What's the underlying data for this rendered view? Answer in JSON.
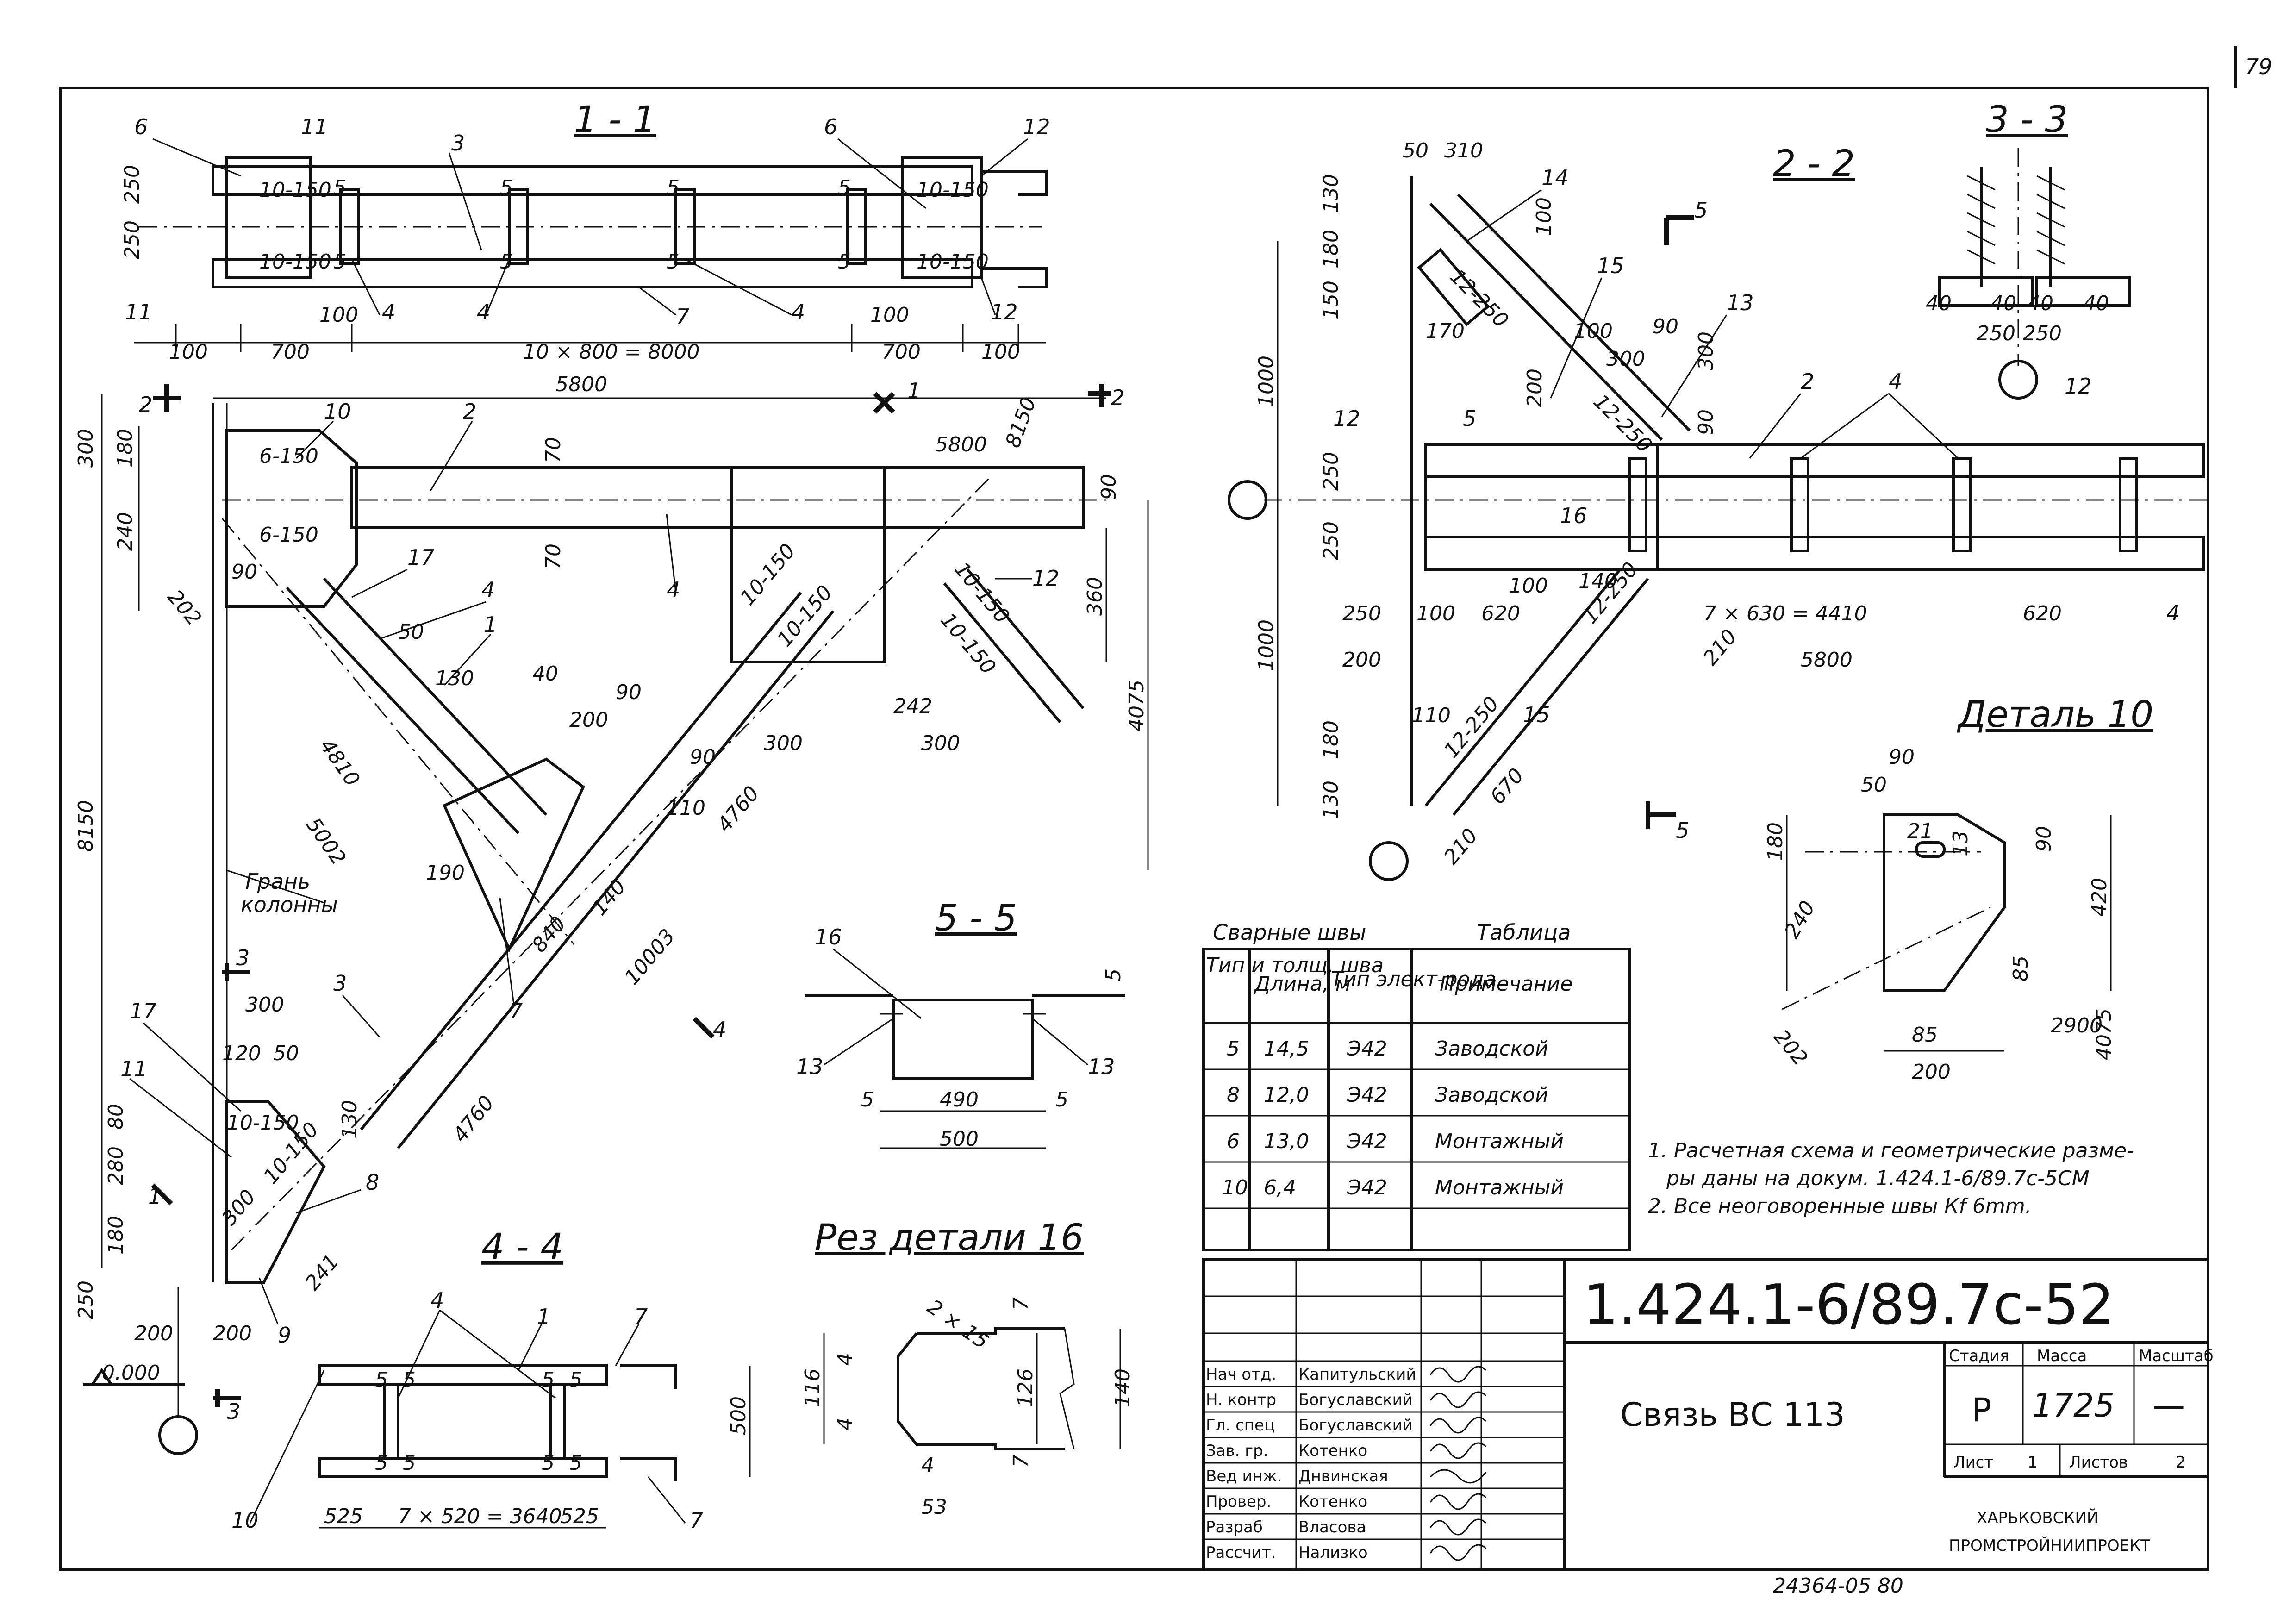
{
  "sheet_number": "79",
  "views": {
    "s11_title": "1 - 1",
    "s22_title": "2 - 2",
    "s33_title": "3 - 3",
    "s44_title": "4 - 4",
    "s55_title": "5 - 5",
    "cut16_title": "Рез детали 16",
    "detail10_title": "Деталь 10"
  },
  "section_11": {
    "dims_bottom": [
      "100",
      "700",
      "10 × 800 = 8000",
      "700",
      "100"
    ],
    "dims_inner": [
      "100",
      "100"
    ],
    "dims_left": [
      "250",
      "250"
    ],
    "welds": [
      "10-150",
      "10-150",
      "10-150",
      "10-150"
    ],
    "weld_marks": [
      "5",
      "5",
      "5",
      "5",
      "5",
      "5",
      "5",
      "5"
    ],
    "positions": [
      "6",
      "11",
      "3",
      "6",
      "12",
      "11",
      "4",
      "4",
      "7",
      "4",
      "12"
    ]
  },
  "main_view": {
    "dims": [
      "5800",
      "300",
      "180",
      "240",
      "202",
      "90",
      "8150",
      "250",
      "70",
      "70",
      "90",
      "360",
      "4075",
      "5800",
      "8150",
      "50",
      "130",
      "40",
      "200",
      "90",
      "242",
      "300",
      "300",
      "90",
      "110",
      "4760",
      "4810",
      "5002",
      "190",
      "840",
      "140",
      "10003",
      "300",
      "120",
      "80",
      "280",
      "180",
      "4760",
      "130",
      "300",
      "241",
      "200",
      "200",
      "50"
    ],
    "welds": [
      "6-150",
      "6-150",
      "10-150",
      "10-150",
      "10-150",
      "10-150",
      "10-150",
      "10-150"
    ],
    "positions": [
      "10",
      "2",
      "17",
      "4",
      "1",
      "4",
      "12",
      "3",
      "7",
      "17",
      "11",
      "8",
      "9"
    ],
    "face_label_line1": "Грань",
    "face_label_line2": "колонны",
    "level": "0.000",
    "section_marks": [
      "2",
      "1",
      "2",
      "3",
      "4",
      "1",
      "3"
    ]
  },
  "section_22": {
    "dims": [
      "50",
      "310",
      "130",
      "180",
      "150",
      "170",
      "100",
      "1000",
      "100",
      "300",
      "90",
      "200",
      "300",
      "90",
      "250",
      "250",
      "1000",
      "250",
      "100",
      "620",
      "100",
      "7 × 630 = 4410",
      "620",
      "200",
      "5800",
      "210",
      "180",
      "130",
      "670",
      "210",
      "140",
      "110"
    ],
    "welds": [
      "12-250",
      "12-250",
      "12-250",
      "12-250"
    ],
    "positions": [
      "14",
      "15",
      "13",
      "12",
      "5",
      "2",
      "4",
      "12",
      "16",
      "15",
      "4"
    ],
    "section_marks": [
      "5",
      "5"
    ]
  },
  "section_33": {
    "dims": [
      "40",
      "40",
      "40",
      "40",
      "250",
      "250"
    ]
  },
  "section_55": {
    "dims": [
      "5",
      "490",
      "5",
      "500",
      "5"
    ],
    "positions": [
      "16",
      "13",
      "13"
    ]
  },
  "section_44": {
    "dims": [
      "525",
      "7 × 520 = 3640",
      "525",
      "500"
    ],
    "positions": [
      "4",
      "1",
      "7",
      "10",
      "7"
    ],
    "weld_marks": [
      "5",
      "5",
      "5",
      "5",
      "5",
      "5",
      "5",
      "5"
    ]
  },
  "cut_16": {
    "dims": [
      "2 × 15",
      "116",
      "126",
      "140",
      "4",
      "4",
      "4",
      "53",
      "7",
      "7"
    ]
  },
  "detail_10": {
    "dims": [
      "90",
      "50",
      "21",
      "13",
      "90",
      "180",
      "240",
      "420",
      "85",
      "85",
      "202",
      "200",
      "2900",
      "4075"
    ]
  },
  "weld_table": {
    "title": "Сварные швы",
    "label": "Таблица",
    "headers": [
      "Тип и толщ. шва",
      "Длина, м",
      "Тип элект-рода",
      "Примечание"
    ],
    "rows": [
      {
        "type": "5",
        "length": "14,5",
        "electrode": "Э42",
        "note": "Заводской"
      },
      {
        "type": "8",
        "length": "12,0",
        "electrode": "Э42",
        "note": "Заводской"
      },
      {
        "type": "6",
        "length": "13,0",
        "electrode": "Э42",
        "note": "Монтажный"
      },
      {
        "type": "10",
        "length": "6,4",
        "electrode": "Э42",
        "note": "Монтажный"
      }
    ]
  },
  "notes": [
    "1. Расчетная схема и геометрические разме-",
    "ры даны на докум. 1.424.1-6/89.7с-5СМ",
    "2. Все неоговоренные швы Кf 6mm."
  ],
  "title_block": {
    "doc_code": "1.424.1-6/89.7с-52",
    "title": "Связь ВС 113",
    "stage_label": "Стадия",
    "mass_label": "Масса",
    "scale_label": "Масштаб",
    "stage": "Р",
    "mass": "1725",
    "scale": "—",
    "sheet_label": "Лист",
    "sheet": "1",
    "sheets_label": "Листов",
    "sheets": "2",
    "org_line1": "ХАРЬКОВСКИЙ",
    "org_line2": "ПРОМСТРОЙНИИПРОЕКТ",
    "roles": [
      {
        "role": "Нач отд.",
        "name": "Капитульский"
      },
      {
        "role": "Н. контр",
        "name": "Богуславский"
      },
      {
        "role": "Гл. спец",
        "name": "Богуславский"
      },
      {
        "role": "Зав. гр.",
        "name": "Котенко"
      },
      {
        "role": "Вед инж.",
        "name": "Днвинская"
      },
      {
        "role": "Провер.",
        "name": "Котенко"
      },
      {
        "role": "Разраб",
        "name": "Власова"
      },
      {
        "role": "Рассчит.",
        "name": "Нализко"
      }
    ]
  },
  "archive_number": "24364-05 80"
}
